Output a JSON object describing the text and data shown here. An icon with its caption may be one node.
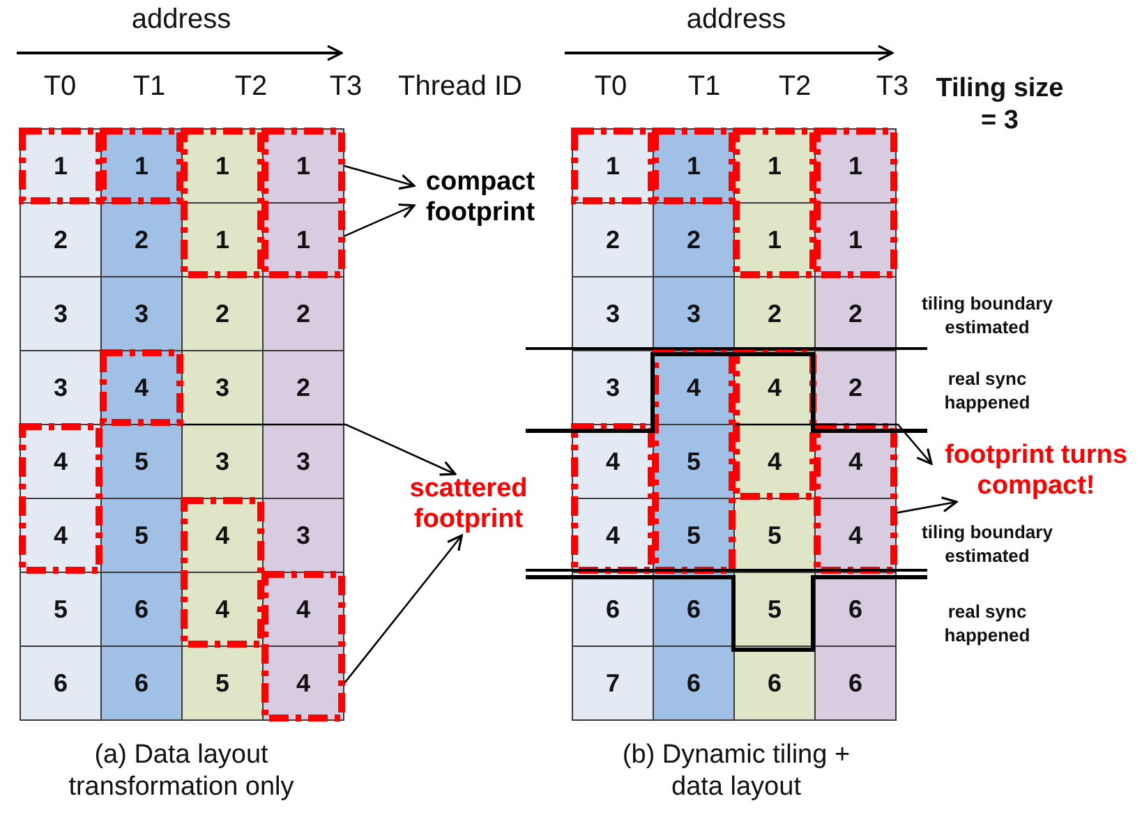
{
  "diagram": {
    "nodes": [
      {
        "text": [
          "1"
        ]
      },
      {
        "text": [
          "1"
        ]
      },
      {
        "text": [
          "1"
        ]
      },
      {
        "text": [
          "1"
        ]
      },
      {
        "text": [
          "2"
        ]
      },
      {
        "text": [
          "2"
        ]
      },
      {
        "text": [
          "1"
        ]
      },
      {
        "text": [
          "1"
        ]
      },
      {
        "text": [
          "3"
        ]
      },
      {
        "text": [
          "3"
        ]
      },
      {
        "text": [
          "2"
        ]
      },
      {
        "text": [
          "2"
        ]
      },
      {
        "text": [
          "3"
        ]
      },
      {
        "text": [
          "4"
        ]
      },
      {
        "text": [
          "3"
        ]
      },
      {
        "text": [
          "2"
        ]
      },
      {
        "text": [
          "4"
        ]
      },
      {
        "text": [
          "5"
        ]
      },
      {
        "text": [
          "3"
        ]
      },
      {
        "text": [
          "3"
        ]
      },
      {
        "text": [
          "4"
        ]
      },
      {
        "text": [
          "5"
        ]
      },
      {
        "text": [
          "4"
        ]
      },
      {
        "text": [
          "3"
        ]
      },
      {
        "text": [
          "5"
        ]
      },
      {
        "text": [
          "6"
        ]
      },
      {
        "text": [
          "4"
        ]
      },
      {
        "text": [
          "4"
        ]
      },
      {
        "text": [
          "6"
        ]
      },
      {
        "text": [
          "6"
        ]
      },
      {
        "text": [
          "5"
        ]
      },
      {
        "text": [
          "4"
        ]
      },
      {
        "text": [
          "compact footprint"
        ]
      },
      {
        "text": [
          "scattered footprint"
        ]
      },
      {
        "text": [
          "1"
        ]
      },
      {
        "text": [
          "1"
        ]
      },
      {
        "text": [
          "1"
        ]
      },
      {
        "text": [
          "1"
        ]
      },
      {
        "text": [
          "2"
        ]
      },
      {
        "text": [
          "2"
        ]
      },
      {
        "text": [
          "1"
        ]
      },
      {
        "text": [
          "1"
        ]
      },
      {
        "text": [
          "3"
        ]
      },
      {
        "text": [
          "3"
        ]
      },
      {
        "text": [
          "2"
        ]
      },
      {
        "text": [
          "2"
        ]
      },
      {
        "text": [
          "3"
        ]
      },
      {
        "text": [
          "4"
        ]
      },
      {
        "text": [
          "4"
        ]
      },
      {
        "text": [
          "2"
        ]
      },
      {
        "text": [
          "4"
        ]
      },
      {
        "text": [
          "5"
        ]
      },
      {
        "text": [
          "4"
        ]
      },
      {
        "text": [
          "4"
        ]
      },
      {
        "text": [
          "4"
        ]
      },
      {
        "text": [
          "5"
        ]
      },
      {
        "text": [
          "5"
        ]
      },
      {
        "text": [
          "4"
        ]
      },
      {
        "text": [
          "6"
        ]
      },
      {
        "text": [
          "6"
        ]
      },
      {
        "text": [
          "5"
        ]
      },
      {
        "text": [
          "6"
        ]
      },
      {
        "text": [
          "7"
        ]
      },
      {
        "text": [
          "6"
        ]
      },
      {
        "text": [
          "6"
        ]
      },
      {
        "text": [
          "6"
        ]
      },
      {
        "text": [
          "footprint turns compact!"
        ]
      }
    ],
    "edges": [
      {
        "from": 3,
        "to": 32,
        "arrow": "to"
      },
      {
        "from": 7,
        "to": 32,
        "arrow": "to"
      },
      {
        "from": 13,
        "to": 33,
        "arrow": "to"
      },
      {
        "from": 31,
        "to": 33,
        "arrow": "to"
      },
      {
        "from": 47,
        "to": 66,
        "arrow": "to"
      },
      {
        "from": 57,
        "to": 66,
        "arrow": "to"
      }
    ],
    "labels": [
      "address",
      "T0",
      "T1",
      "T2",
      "T3",
      "Thread ID",
      "(a) Data layout transformation only",
      "address",
      "T0",
      "T1",
      "T2",
      "T3",
      "Tiling size = 3",
      "tiling boundary estimated",
      "real sync happened",
      "tiling boundary estimated",
      "real sync happened",
      "(b) Dynamic tiling + data layout"
    ]
  }
}
